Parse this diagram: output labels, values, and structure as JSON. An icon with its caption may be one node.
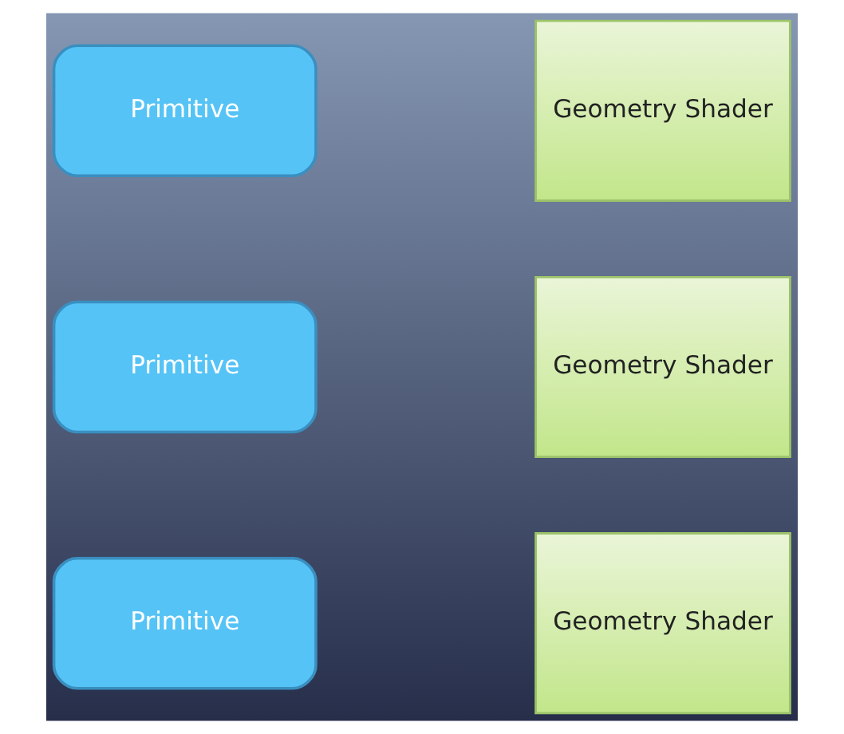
{
  "diagram": {
    "nodes": [
      {
        "text": [
          "Primitive"
        ]
      },
      {
        "text": [
          "Geometry Shader"
        ]
      },
      {
        "text": [
          "Primitive"
        ]
      },
      {
        "text": [
          "Geometry Shader"
        ]
      },
      {
        "text": [
          "Primitive"
        ]
      },
      {
        "text": [
          "Geometry Shader"
        ]
      }
    ]
  }
}
